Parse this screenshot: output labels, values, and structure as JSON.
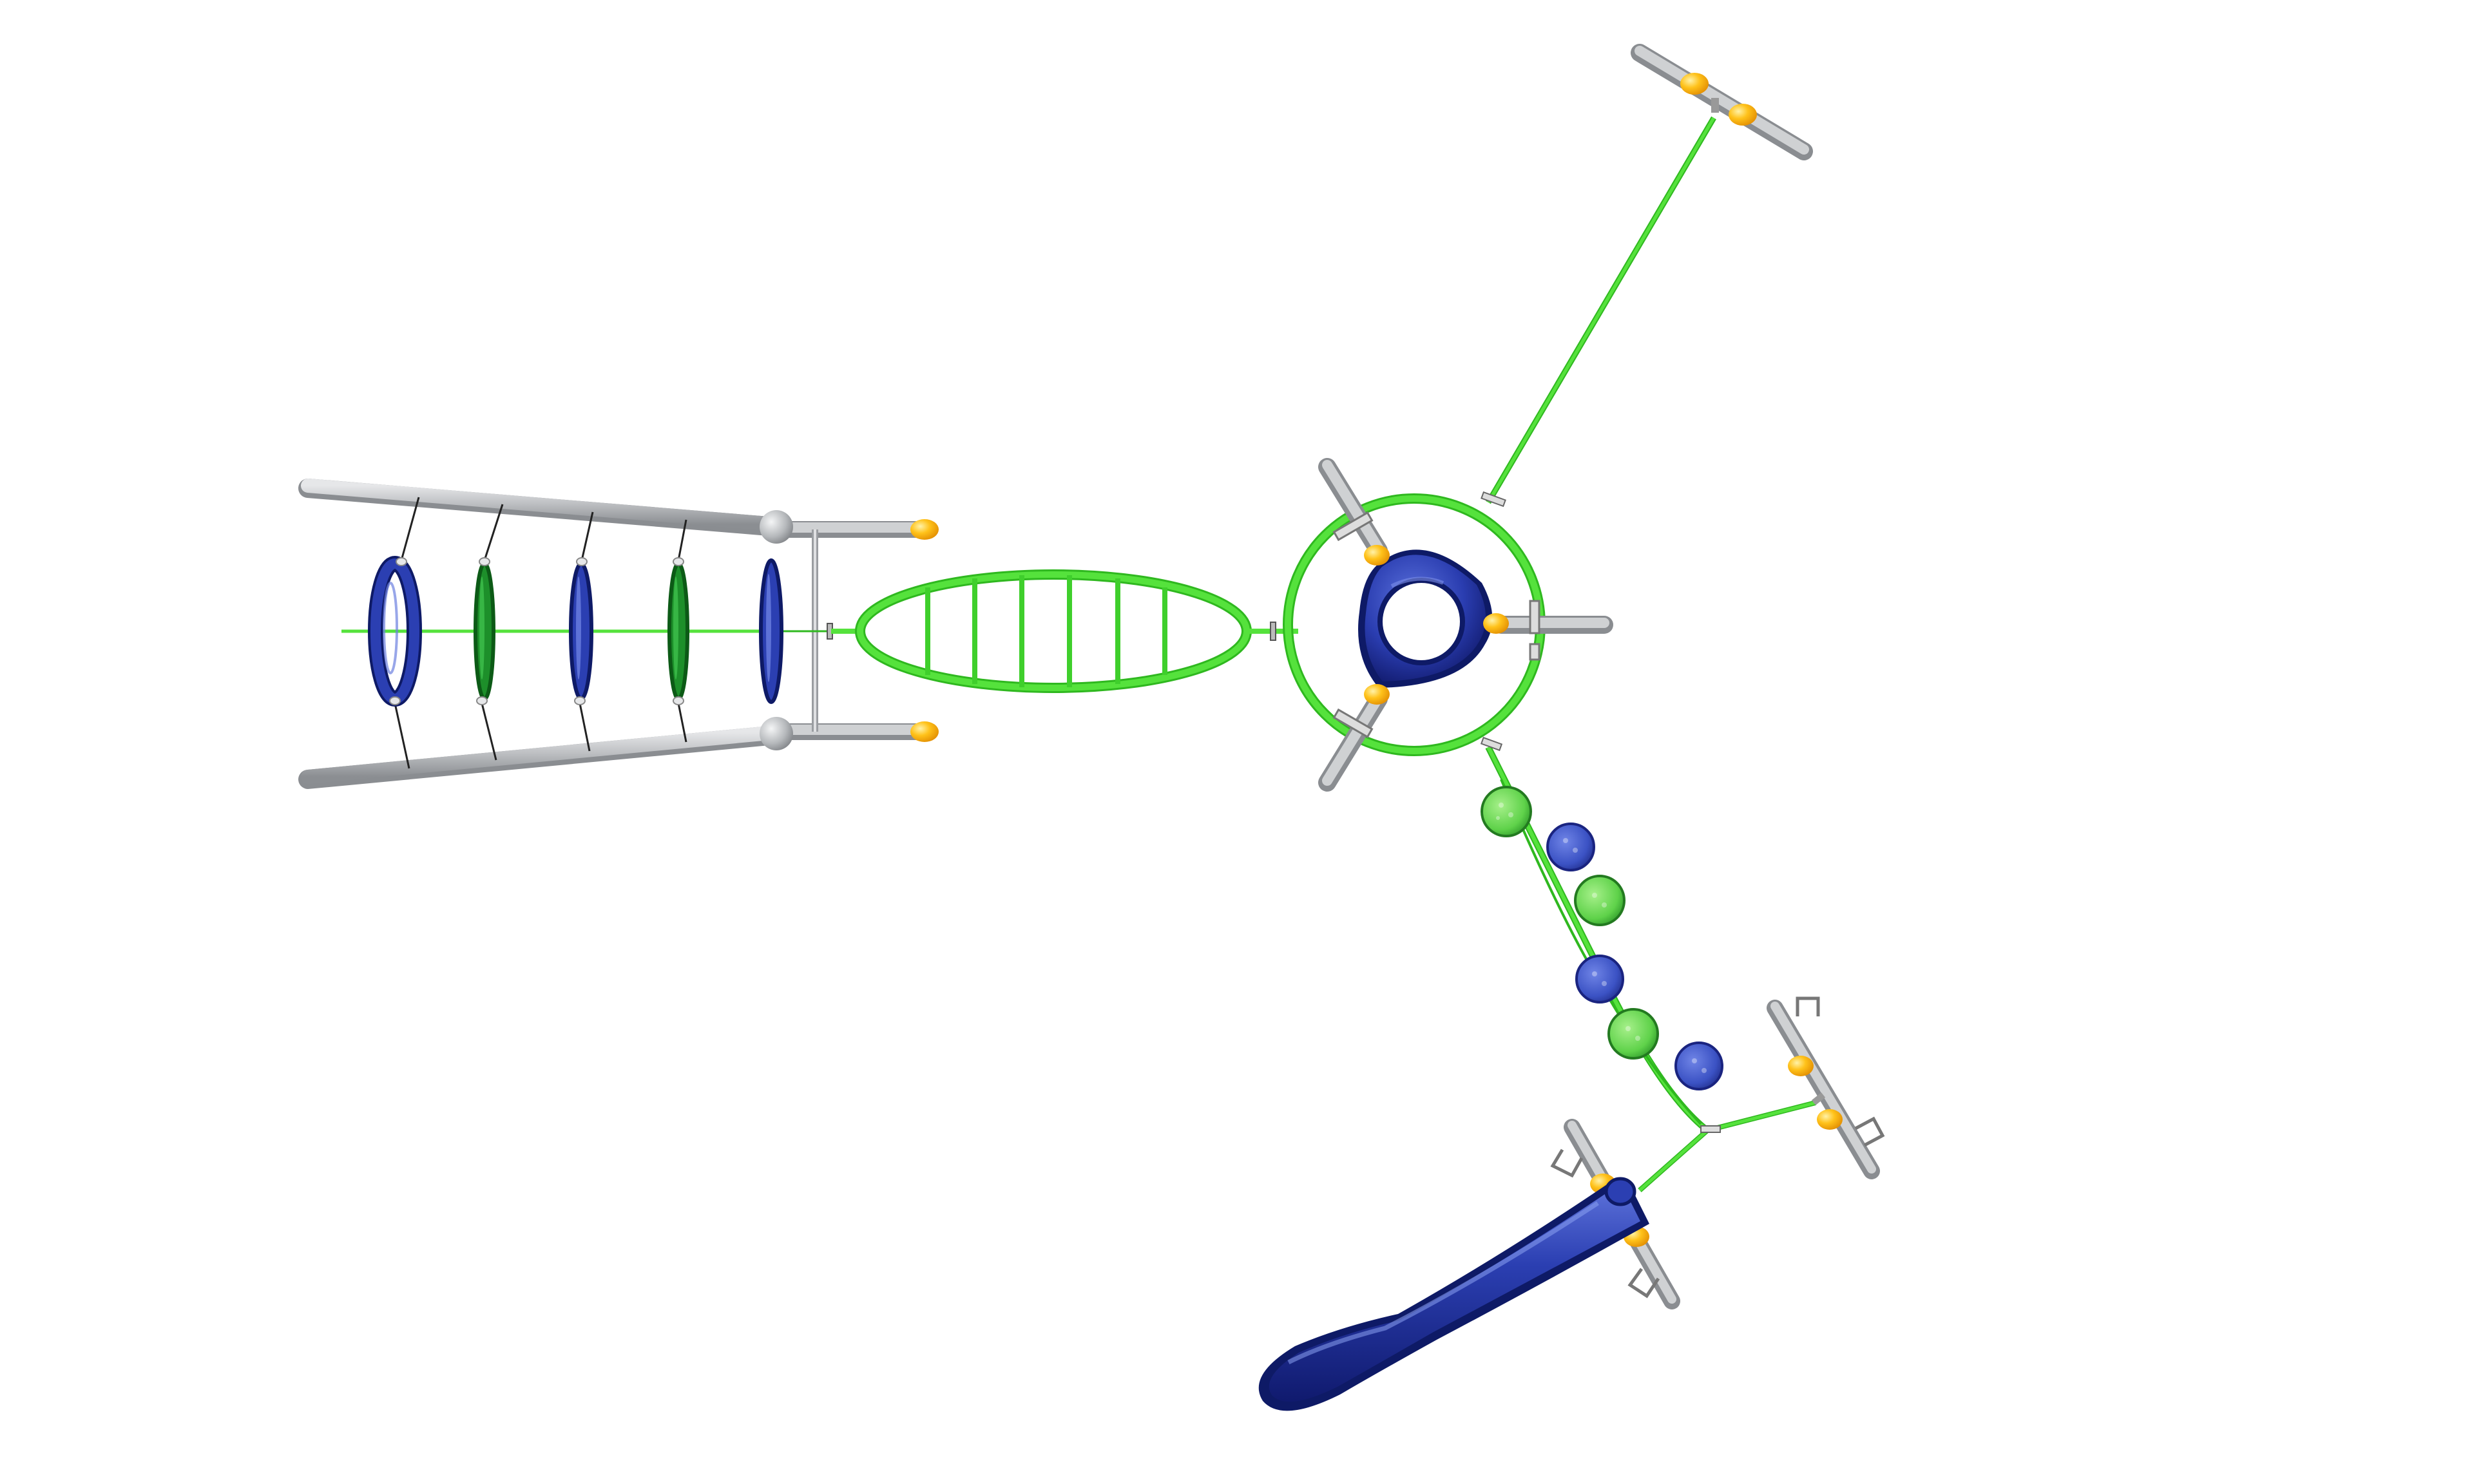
{
  "colors": {
    "rope_green": "#55e23c",
    "rope_green_dark": "#2fb81f",
    "blue": "#1f2f9e",
    "blue_dark": "#0e1a66",
    "blue_light": "#4a5fd0",
    "green_ring": "#1d8f2a",
    "green_ring_dark": "#0c5a16",
    "post_gray": "#b9bcc0",
    "post_gray_dark": "#8a8d91",
    "cap_yellow": "#ffc21a",
    "cap_orange": "#f29a00",
    "background": "#ffffff"
  },
  "components": {
    "ring_ladder": {
      "rings": [
        "blue",
        "green",
        "blue",
        "green",
        "blue"
      ]
    },
    "stepping_discs": [
      "green",
      "blue",
      "green",
      "blue",
      "green",
      "blue"
    ]
  }
}
